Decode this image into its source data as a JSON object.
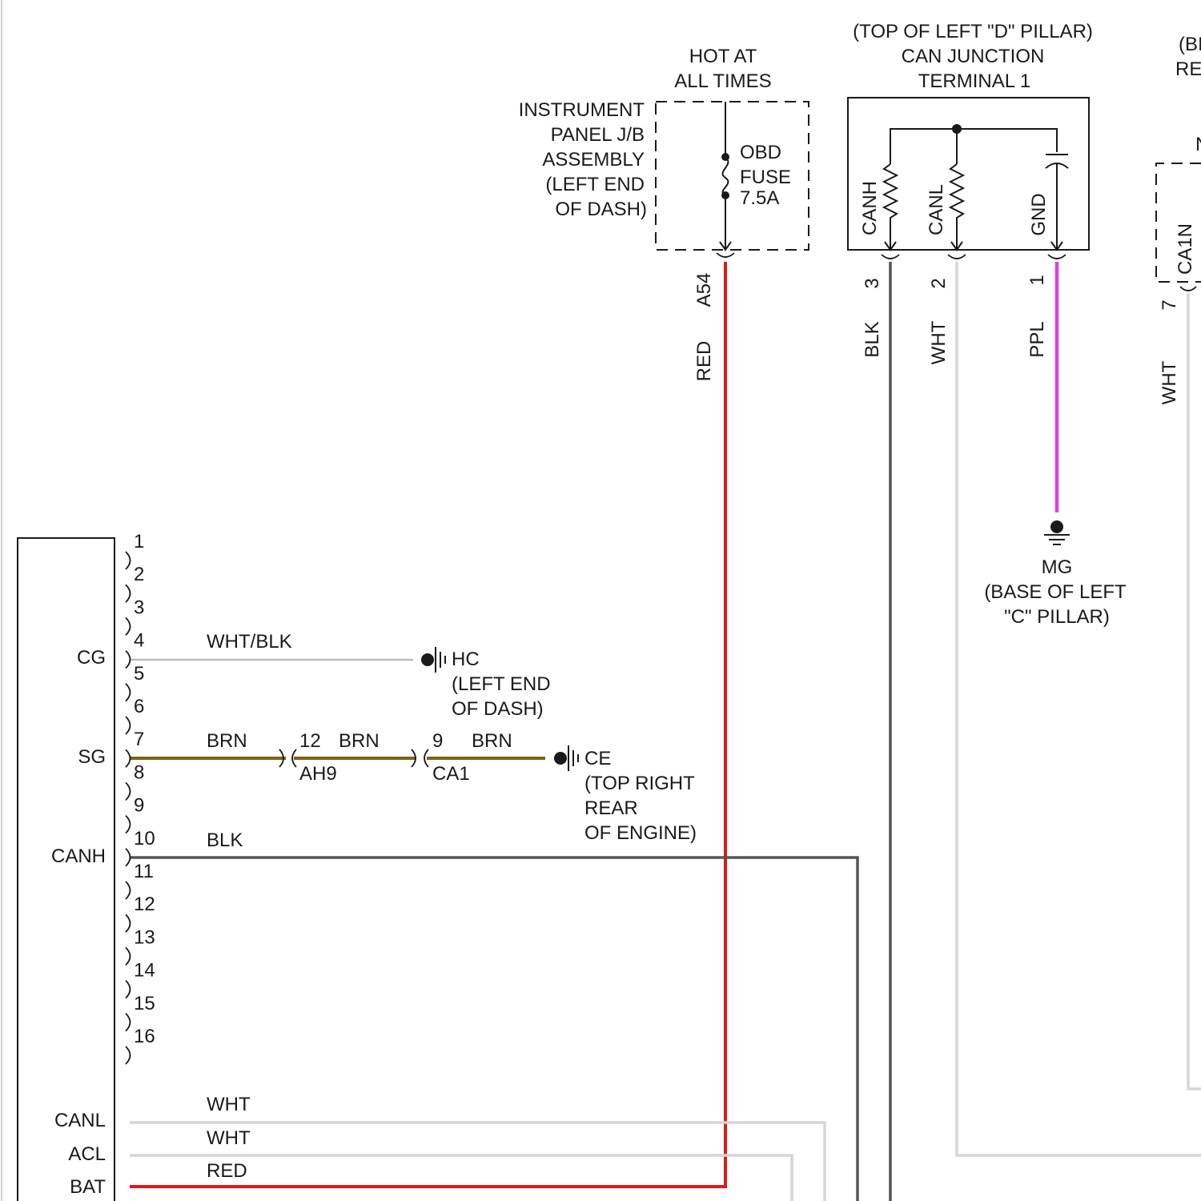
{
  "colors": {
    "red": "#e01919",
    "black_wire": "#555555",
    "white_wire": "#d6d6d6",
    "purple": "#e43ce6",
    "brown": "#7a6410",
    "whtblk": "#bdbdbd",
    "ink": "#1a1a1a"
  },
  "header": {
    "hot_line1": "HOT AT",
    "hot_line2": "ALL TIMES",
    "pillar_line1": "(TOP OF LEFT \"D\" PILLAR)",
    "pillar_line2": "CAN JUNCTION",
    "pillar_line3": "TERMINAL 1",
    "cut_line1": "(BI",
    "cut_line2": "RE",
    "cut_line3": "N"
  },
  "jb": {
    "line1": "INSTRUMENT",
    "line2": "PANEL J/B",
    "line3": "ASSEMBLY",
    "line4": "(LEFT END",
    "line5": "OF DASH)"
  },
  "fuse": {
    "line1": "OBD",
    "line2": "FUSE",
    "line3": "7.5A"
  },
  "junction": {
    "canh": "CANH",
    "canl": "CANL",
    "gnd": "GND"
  },
  "wires": {
    "a54": "A54",
    "red": "RED",
    "pin3": "3",
    "blk": "BLK",
    "pin2": "2",
    "wht": "WHT",
    "pin1": "1",
    "ppl": "PPL",
    "ca1n": "CA1N",
    "pin7": "7",
    "wht2": "WHT"
  },
  "ground_mg": {
    "line1": "MG",
    "line2": "(BASE OF LEFT",
    "line3": "\"C\" PILLAR)"
  },
  "ground_hc": {
    "line1": "HC",
    "line2": "(LEFT END",
    "line3": "OF DASH)"
  },
  "ground_ce": {
    "line1": "CE",
    "line2": "(TOP RIGHT",
    "line3": "REAR",
    "line4": "OF ENGINE)"
  },
  "connector_pins": [
    "1",
    "2",
    "3",
    "4",
    "5",
    "6",
    "7",
    "8",
    "9",
    "10",
    "11",
    "12",
    "13",
    "14",
    "15",
    "16"
  ],
  "pin_labels": {
    "cg": "CG",
    "sg": "SG",
    "canh": "CANH",
    "canl": "CANL",
    "acl": "ACL",
    "bat": "BAT"
  },
  "wire_labels": {
    "whtblk": "WHT/BLK",
    "brn1": "BRN",
    "pin12": "12",
    "brn2": "BRN",
    "ah9": "AH9",
    "pin9": "9",
    "brn3": "BRN",
    "ca1": "CA1",
    "blk": "BLK",
    "wht14": "WHT",
    "wht15": "WHT",
    "red16": "RED"
  }
}
